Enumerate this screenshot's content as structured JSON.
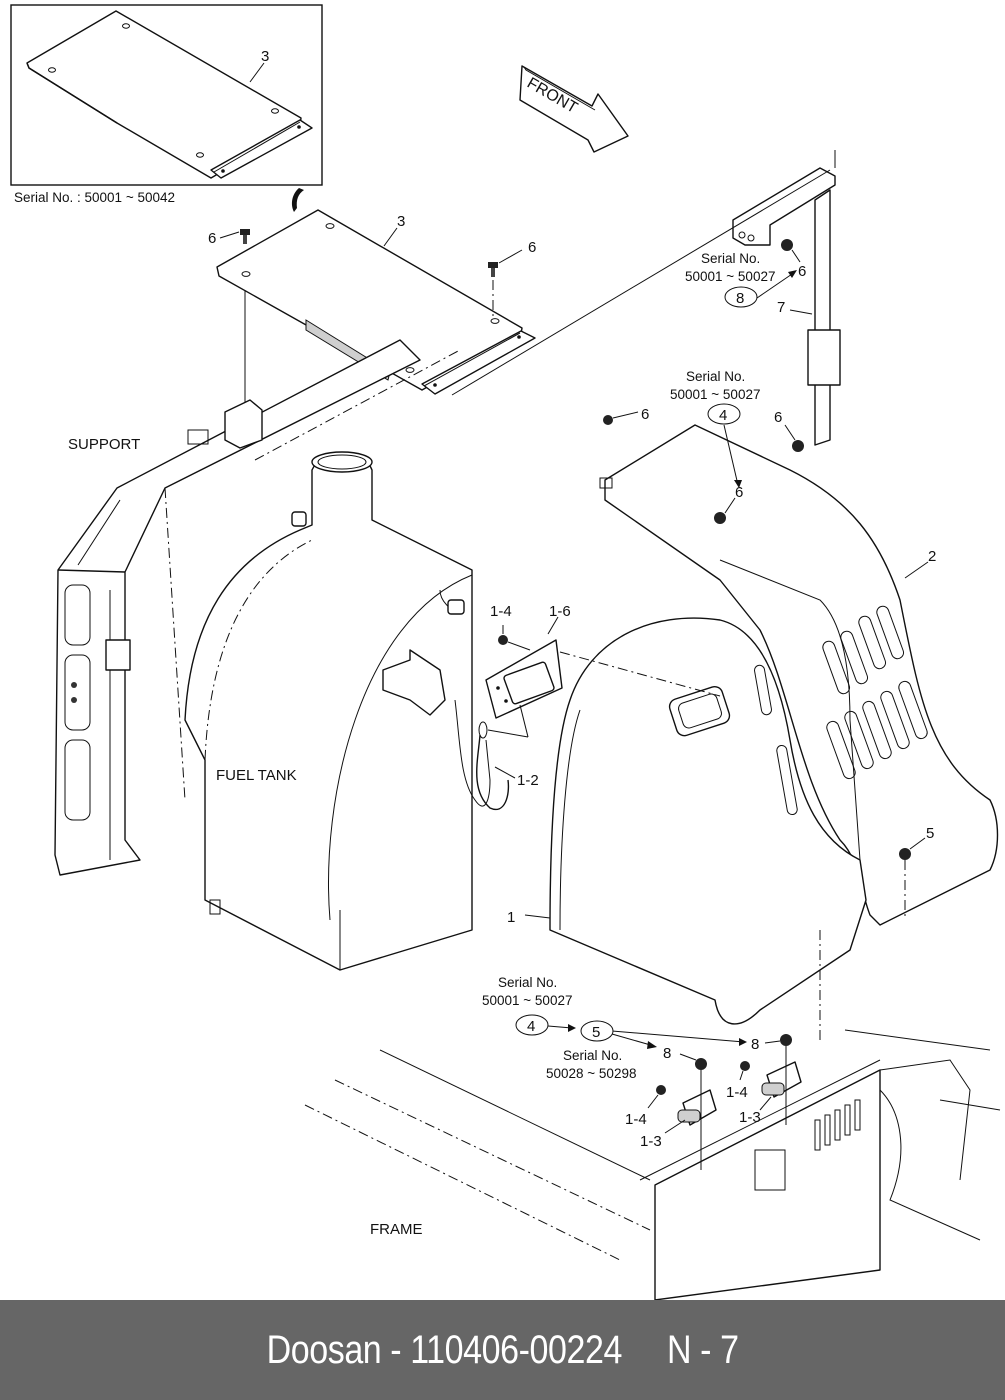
{
  "inset": {
    "part_label": "3",
    "serial_caption": "Serial No. : 50001 ~ 50042"
  },
  "direction_arrow": {
    "label": "FRONT"
  },
  "labels": {
    "support": "SUPPORT",
    "fuel_tank": "FUEL TANK",
    "frame": "FRAME"
  },
  "callouts": [
    {
      "id": "c-3-top",
      "text": "3"
    },
    {
      "id": "c-6-top-left",
      "text": "6"
    },
    {
      "id": "c-6-top-right",
      "text": "6"
    },
    {
      "id": "c-6-bracket",
      "text": "6"
    },
    {
      "id": "c-7",
      "text": "7"
    },
    {
      "id": "c-6-cover-left",
      "text": "6"
    },
    {
      "id": "c-6-cover-right",
      "text": "6"
    },
    {
      "id": "c-6-cover-mid",
      "text": "6"
    },
    {
      "id": "c-2",
      "text": "2"
    },
    {
      "id": "c-1-4-top",
      "text": "1-4"
    },
    {
      "id": "c-1-6",
      "text": "1-6"
    },
    {
      "id": "c-1-2",
      "text": "1-2"
    },
    {
      "id": "c-5",
      "text": "5"
    },
    {
      "id": "c-1",
      "text": "1"
    },
    {
      "id": "c-8-left",
      "text": "8"
    },
    {
      "id": "c-8-right",
      "text": "8"
    },
    {
      "id": "c-1-4-left",
      "text": "1-4"
    },
    {
      "id": "c-1-4-right",
      "text": "1-4"
    },
    {
      "id": "c-1-3-left",
      "text": "1-3"
    },
    {
      "id": "c-1-3-right",
      "text": "1-3"
    }
  ],
  "serial_notes": [
    {
      "id": "sn-bracket",
      "line1": "Serial No.",
      "line2": "50001 ~ 50027",
      "circled": "8"
    },
    {
      "id": "sn-cover",
      "line1": "Serial No.",
      "line2": "50001 ~ 50027",
      "circled": "4"
    },
    {
      "id": "sn-bottom-a",
      "line1": "Serial No.",
      "line2": "50001 ~ 50027",
      "circled": "4"
    },
    {
      "id": "sn-bottom-b",
      "line1": "Serial No.",
      "line2": "50028 ~ 50298",
      "circled": "5"
    }
  ],
  "footer": {
    "brand": "Doosan",
    "part_number": "110406-00224",
    "page_ref": "N - 7",
    "text": "Doosan - 110406-00224     N - 7"
  }
}
